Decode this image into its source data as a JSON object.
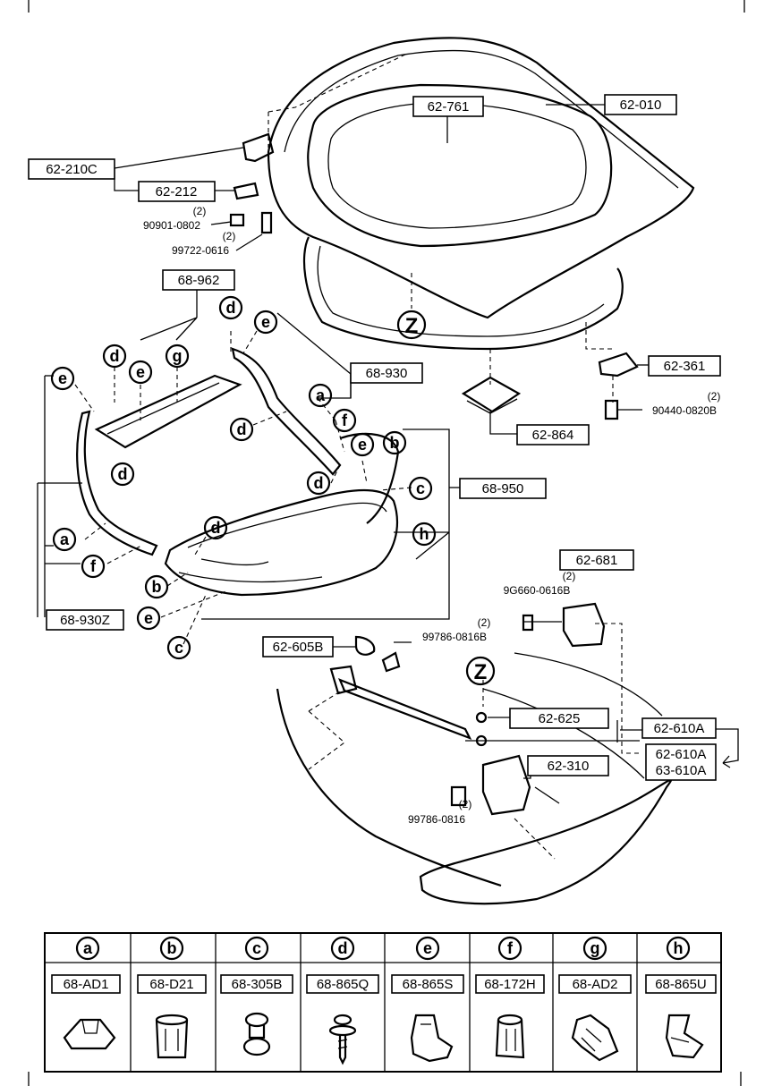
{
  "parts": {
    "p62_010": "62-010",
    "p62_761": "62-761",
    "p62_210C": "62-210C",
    "p62_212": "62-212",
    "qty_2": "(2)",
    "p90901_0802": "90901-0802",
    "p99722_0616": "99722-0616",
    "p68_962": "68-962",
    "p68_930": "68-930",
    "p62_361": "62-361",
    "p90440_0820B": "90440-0820B",
    "p62_864": "62-864",
    "p68_950": "68-950",
    "p68_930Z": "68-930Z",
    "p62_681": "62-681",
    "p9G660_0616B": "9G660-0616B",
    "p62_605B": "62-605B",
    "p99786_0816B": "99786-0816B",
    "p62_625": "62-625",
    "p62_610A": "62-610A",
    "p63_610A": "63-610A",
    "p62_310": "62-310",
    "p99786_0816": "99786-0816"
  },
  "callouts": {
    "a": "a",
    "b": "b",
    "c": "c",
    "d": "d",
    "e": "e",
    "f": "f",
    "g": "g",
    "h": "h",
    "z": "Z"
  },
  "legend": [
    {
      "letter": "a",
      "part": "68-AD1"
    },
    {
      "letter": "b",
      "part": "68-D21"
    },
    {
      "letter": "c",
      "part": "68-305B"
    },
    {
      "letter": "d",
      "part": "68-865Q"
    },
    {
      "letter": "e",
      "part": "68-865S"
    },
    {
      "letter": "f",
      "part": "68-172H"
    },
    {
      "letter": "g",
      "part": "68-AD2"
    },
    {
      "letter": "h",
      "part": "68-865U"
    }
  ]
}
